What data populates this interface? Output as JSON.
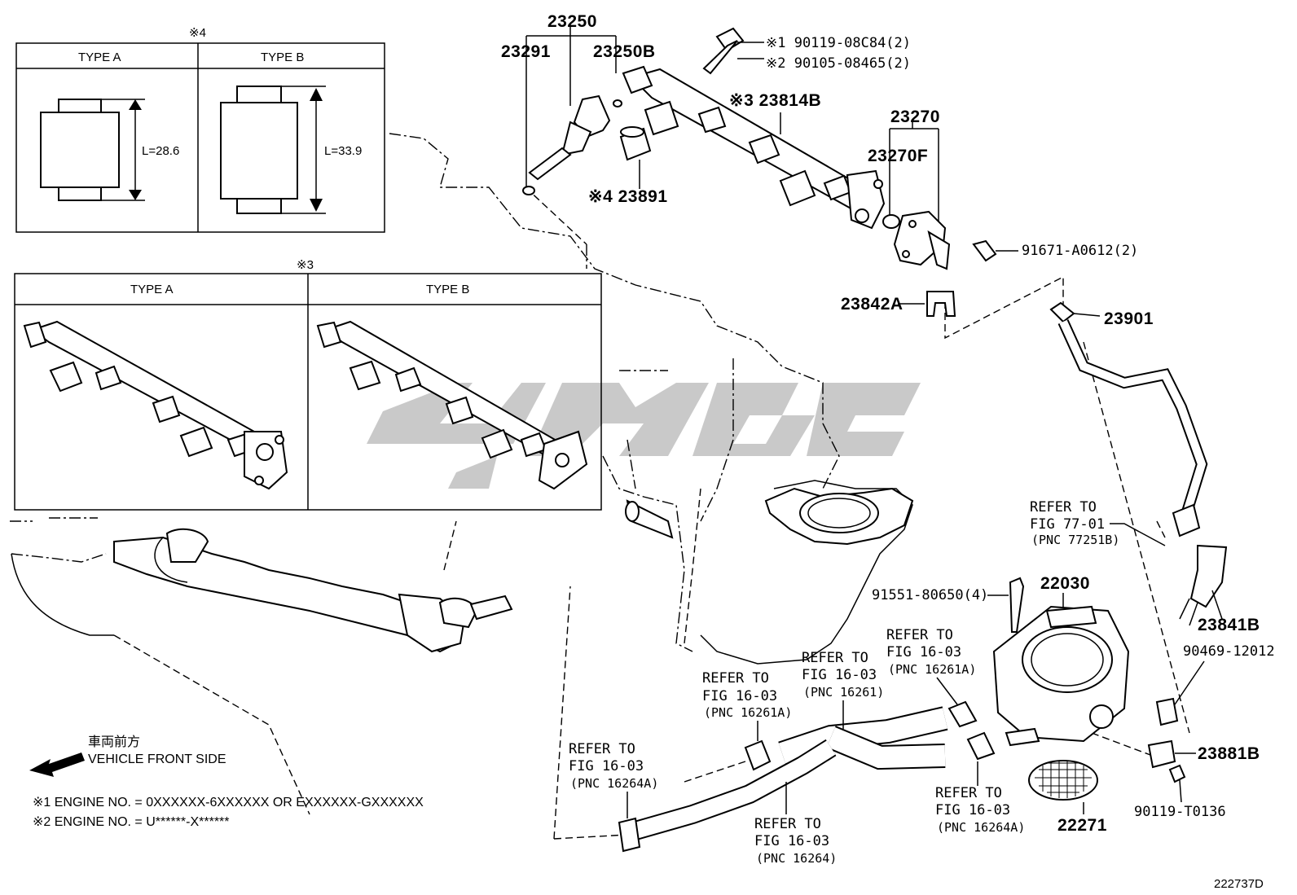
{
  "type_table_4": {
    "marker": "※4",
    "type_a": "TYPE A",
    "type_b": "TYPE B",
    "length_a": "L=28.6",
    "length_b": "L=33.9"
  },
  "type_table_3": {
    "marker": "※3",
    "type_a": "TYPE A",
    "type_b": "TYPE B"
  },
  "part_numbers": {
    "p23250": "23250",
    "p23291": "23291",
    "p23250B": "23250B",
    "p90119_08C84": "※1 90119-08C84(2)",
    "p90105_08465": "※2 90105-08465(2)",
    "p23814B": "※3 23814B",
    "p23270": "23270",
    "p23270F": "23270F",
    "p23891": "※4 23891",
    "p91671": "91671-A0612(2)",
    "p23842A": "23842A",
    "p23901": "23901",
    "p22030": "22030",
    "p91551": "91551-80650(4)",
    "p23841B": "23841B",
    "p90469": "90469-12012",
    "p23881B": "23881B",
    "p90119_T0136": "90119-T0136",
    "p22271": "22271"
  },
  "refer_notes": [
    {
      "line1": "REFER TO",
      "line2": "FIG 77-01",
      "line3": "(PNC 77251B)"
    },
    {
      "line1": "REFER TO",
      "line2": "FIG 16-03",
      "line3": "(PNC 16261A)"
    },
    {
      "line1": "REFER TO",
      "line2": "FIG 16-03",
      "line3": "(PNC 16261)"
    },
    {
      "line1": "REFER TO",
      "line2": "FIG 16-03",
      "line3": "(PNC 16261A)"
    },
    {
      "line1": "REFER TO",
      "line2": "FIG 16-03",
      "line3": "(PNC 16264A)"
    },
    {
      "line1": "REFER TO",
      "line2": "FIG 16-03",
      "line3": "(PNC 16264)"
    },
    {
      "line1": "REFER TO",
      "line2": "FIG 16-03",
      "line3": "(PNC 16264A)"
    }
  ],
  "direction": {
    "jp": "車両前方",
    "en": "VEHICLE FRONT SIDE"
  },
  "footnotes": {
    "note1": "※1 ENGINE NO. = 0XXXXXX-6XXXXXX OR EXXXXXX-GXXXXXX",
    "note2": "※2 ENGINE NO. = U******-X******"
  },
  "figure_id": "222737D"
}
